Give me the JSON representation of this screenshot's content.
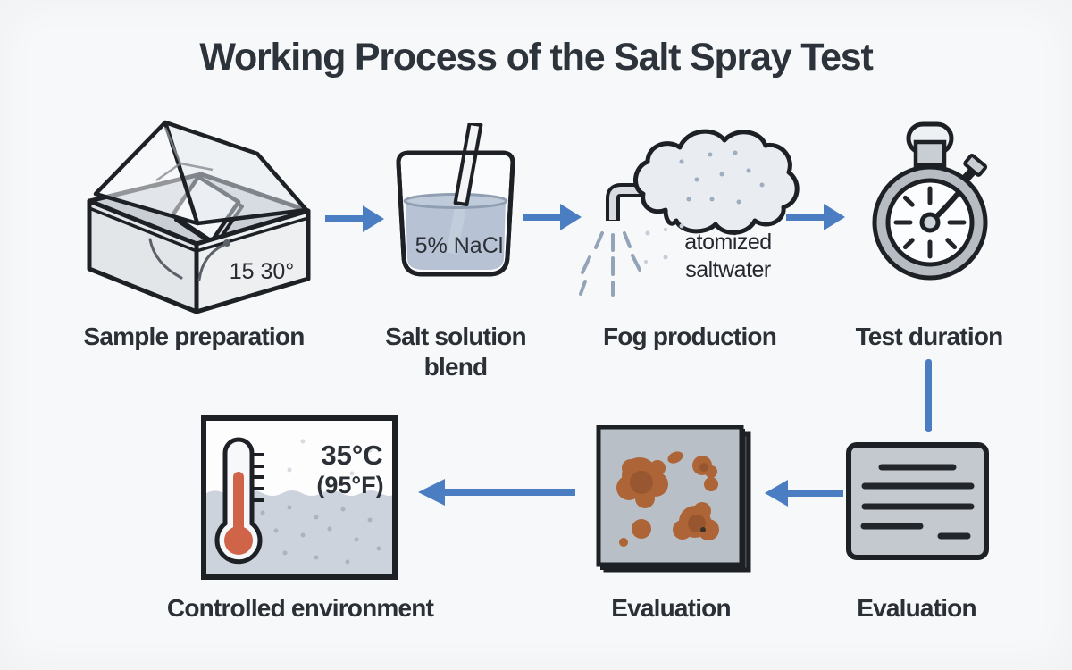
{
  "title": "Working Process of the Salt Spray Test",
  "colors": {
    "accent_blue": "#4a7dc2",
    "outline": "#1d2126",
    "rust": "#ad6437",
    "mercury_red": "#cf6449",
    "liquid_blue_gray": "#b7c3d4",
    "background": "#f7f8f9"
  },
  "steps": [
    {
      "label": "Sample preparation",
      "annotation": "15 30°",
      "icon": "test-chamber-icon"
    },
    {
      "label": "Salt solution blend",
      "annotation": "5% NaCl",
      "icon": "beaker-icon"
    },
    {
      "label": "Fog production",
      "annotation": "atomized saltwater",
      "icon": "fog-nozzle-icon"
    },
    {
      "label": "Test duration",
      "icon": "stopwatch-icon"
    },
    {
      "label": "Evaluation",
      "icon": "report-icon"
    },
    {
      "label": "Evaluation",
      "icon": "rusted-panel-icon"
    },
    {
      "label": "Controlled environment",
      "annotation_c": "35°C",
      "annotation_f": "(95°F)",
      "icon": "thermometer-chamber-icon"
    }
  ]
}
